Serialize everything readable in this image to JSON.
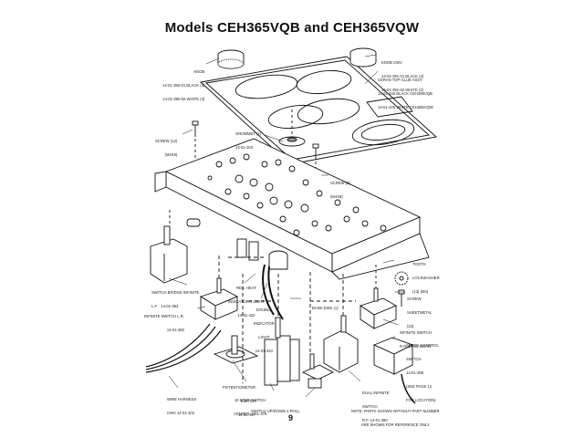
{
  "title": "Models CEH365VQB and CEH365VQW",
  "page_number": "9",
  "labels": {
    "knob_left": [
      "Knob",
      "14-01-390-01 Black (3)",
      "14-01-390-02 White (3)"
    ],
    "knob_cw": [
      "Knob CWV",
      "14-01-391-01 Black (2)",
      "14-01-391-02 White (2)"
    ],
    "ceran_top": [
      "Ceran Top Glue Assy",
      "14-01-445 Black CEH365VQB",
      "14-01-446 White CEH365VQW"
    ],
    "screw_left": [
      "Screw (12)",
      "(M4x8)"
    ],
    "grommet": [
      "Grommet (1)",
      "14-01-203"
    ],
    "screw_right": [
      "Screw (8)",
      "(M4x8)"
    ],
    "tooth_lockwasher": [
      "Tooth",
      "Lockwasher",
      "(13) (M4)"
    ],
    "screw_sheetmetal": [
      "Screw",
      "Sheetmetal",
      "(23)"
    ],
    "switch_bridge": [
      "Switch Bridge Infinite",
      "L.F.   14-01-393"
    ],
    "res_heat_light": [
      "Res. Heat",
      "Indicator-3 Light",
      "14-01-422"
    ],
    "infinite_switch_lr": [
      "Infinite Switch L.R.",
      "14-01-392"
    ],
    "double_indicator": [
      "Double",
      "Indicator",
      "Light",
      "14-01-424"
    ],
    "base_disk": [
      "Base-Disk (1)"
    ],
    "infinite_switch_rr": [
      "Infinite Switch",
      "R.R. 14-01-393-01"
    ],
    "speed_control": [
      "Speed Control",
      "Switch",
      "14-01-396",
      "(See Page 12",
      "for Location)"
    ],
    "potentiometer": [
      "Potentiometer",
      "Switch",
      "14-01-397"
    ],
    "wire_harness": [
      "Wire Harness",
      "CWV 14-01-402"
    ],
    "step_switch": [
      "10 Step Switch",
      "Center  4-01-378"
    ],
    "switch_updown": [
      "Switch Up/Down 2 Poll."
    ],
    "dual_infinite": [
      "Dual Infinite",
      "Switch",
      "R.F. 14-01-380"
    ],
    "note": [
      "Note: Parts shown without part number",
      "are shown for reference only"
    ]
  }
}
